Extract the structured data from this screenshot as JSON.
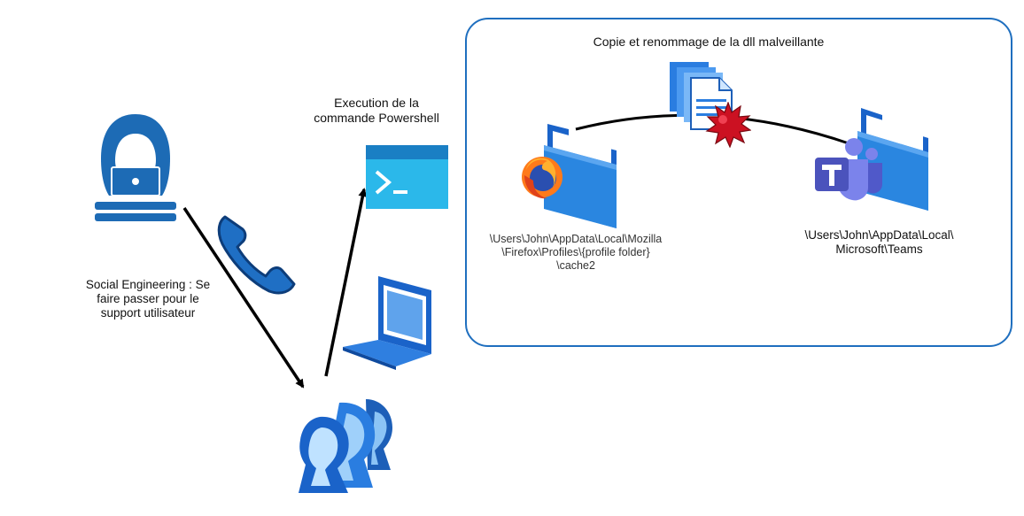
{
  "labels": {
    "execution": [
      "Execution de la",
      "commande Powershell"
    ],
    "social": [
      "Social Engineering : Se",
      "faire passer pour le",
      "support utilisateur"
    ],
    "copy_title": "Copie et renommage de la dll malveillante",
    "firefox_path": [
      "\\Users\\John\\AppData\\Local\\Mozilla",
      "\\Firefox\\Profiles\\{profile folder}",
      "\\cache2"
    ],
    "teams_path": [
      "\\Users\\John\\AppData\\Local\\",
      "Microsoft\\Teams"
    ]
  },
  "icons": [
    "hacker-icon",
    "phone-icon",
    "powershell-icon",
    "laptop-icon",
    "users-icon",
    "firefox-folder-icon",
    "teams-folder-icon",
    "documents-icon",
    "malware-icon"
  ],
  "colors": {
    "box_border": "#1f6fbf",
    "hacker": "#1d6bb5",
    "powershell": "#2bb8ea",
    "folder": "#2a86e0",
    "virus": "#cc1122",
    "teams": "#5059c9"
  }
}
